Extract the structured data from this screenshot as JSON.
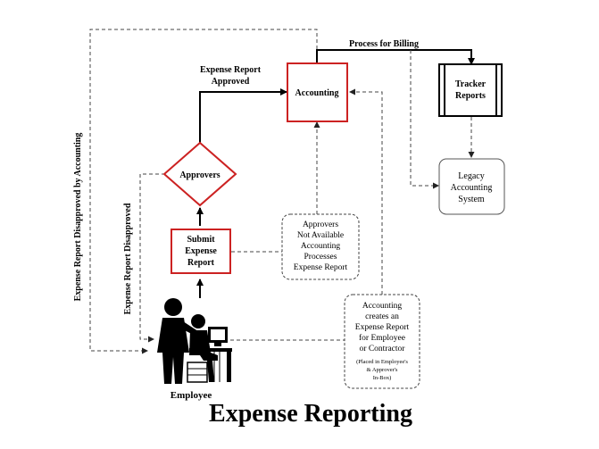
{
  "title": "Expense Reporting",
  "nodes": {
    "accounting": "Accounting",
    "approvers": "Approvers",
    "submit": [
      "Submit",
      "Expense",
      "Report"
    ],
    "tracker": [
      "Tracker",
      "Reports"
    ],
    "legacy": [
      "Legacy",
      "Accounting",
      "System"
    ],
    "employee": "Employee",
    "approvers_na_note": [
      "Approvers",
      "Not Available",
      "Accounting",
      "Processes",
      "Expense Report"
    ],
    "accounting_creates_note": [
      "Accounting",
      "creates an",
      "Expense Report",
      "for Employee",
      "or Contractor"
    ],
    "accounting_creates_small": [
      "(Placed in Employee's",
      "& Approver's",
      "In-Box)"
    ]
  },
  "edges": {
    "process_billing": "Process for Billing",
    "approved": [
      "Expense Report",
      "Approved"
    ],
    "disapproved_accounting": "Expense Report  Disapproved by Accounting",
    "disapproved": "Expense Report  Disapproved"
  },
  "colors": {
    "red": "#cc2222",
    "line": "#000000",
    "dashed": "#555555"
  }
}
